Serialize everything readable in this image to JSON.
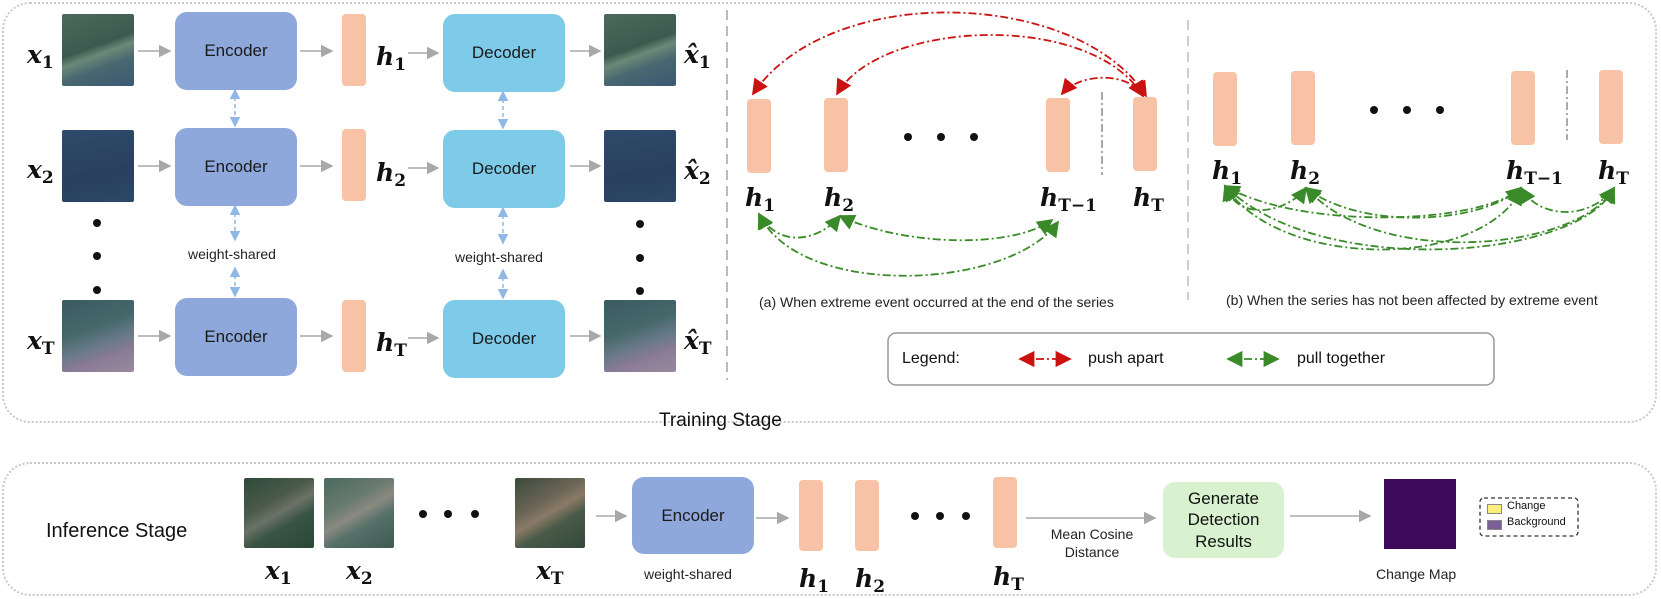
{
  "training": {
    "stage_label": "Training Stage",
    "encoder_label": "Encoder",
    "decoder_label": "Decoder",
    "weight_shared": "weight-shared",
    "rows": [
      {
        "x_base": "x",
        "x_sub": "1",
        "h_sub": "1"
      },
      {
        "x_base": "x",
        "x_sub": "2",
        "h_sub": "2"
      },
      {
        "x_base": "x",
        "x_sub": "T",
        "h_sub": "T"
      }
    ],
    "h_base": "h",
    "xhat_base": "x̂"
  },
  "panel_a": {
    "caption": "(a) When extreme event occurred at the end of the series",
    "labels": [
      {
        "base": "h",
        "sub": "1"
      },
      {
        "base": "h",
        "sub": "2"
      },
      {
        "base": "h",
        "sub": "T−1"
      },
      {
        "base": "h",
        "sub": "T"
      }
    ]
  },
  "panel_b": {
    "caption": "(b) When the series has not been affected by extreme event",
    "labels": [
      {
        "base": "h",
        "sub": "1"
      },
      {
        "base": "h",
        "sub": "2"
      },
      {
        "base": "h",
        "sub": "T−1"
      },
      {
        "base": "h",
        "sub": "T"
      }
    ]
  },
  "legend": {
    "title": "Legend:",
    "push_label": "push apart",
    "pull_label": "pull together",
    "push_color": "#cc1111",
    "pull_color": "#3a8a2a"
  },
  "inference": {
    "stage_label": "Inference Stage",
    "encoder_label": "Encoder",
    "weight_shared": "weight-shared",
    "x_labels": [
      {
        "base": "x",
        "sub": "1"
      },
      {
        "base": "x",
        "sub": "2"
      },
      {
        "base": "x",
        "sub": "T"
      }
    ],
    "h_labels": [
      {
        "base": "h",
        "sub": "1"
      },
      {
        "base": "h",
        "sub": "2"
      },
      {
        "base": "h",
        "sub": "T"
      }
    ],
    "distance_line1": "Mean Cosine",
    "distance_line2": "Distance",
    "generate_line1": "Generate",
    "generate_line2": "Detection",
    "generate_line3": "Results",
    "change_map_label": "Change Map",
    "map_legend_change": "Change",
    "map_legend_background": "Background",
    "change_color": "#fdf07a",
    "background_color": "#7b5e94",
    "map_color": "#3e0a5c"
  },
  "colors": {
    "encoder": "#8fa8dc",
    "decoder": "#7dcbe8",
    "embedding": "#f7c2a6",
    "generate": "#d8f1cf"
  }
}
